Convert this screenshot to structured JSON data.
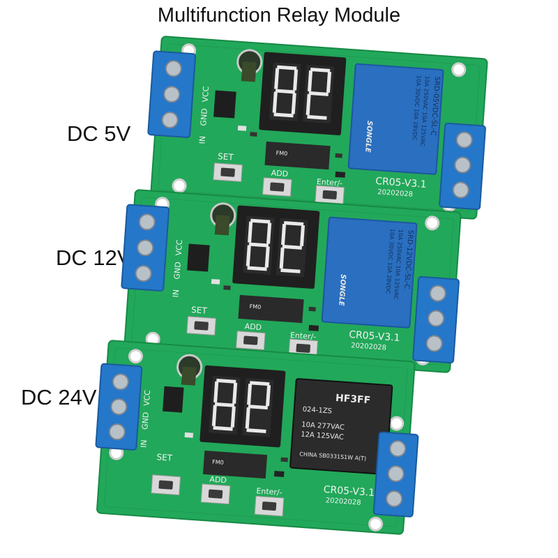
{
  "title": "Multifunction Relay Module",
  "colors": {
    "pcb": "#22a85a",
    "pcb_edge": "#178a45",
    "terminal": "#2577c9",
    "relay_blue": "#2a6fc0",
    "relay_black": "#2b2b2b",
    "display": "#1f1f1f"
  },
  "boards": [
    {
      "voltage": "DC 5V",
      "silk": {
        "in": "IN",
        "gnd": "GND",
        "vcc": "VCC",
        "set": "SET",
        "add": "ADD",
        "enter": "Enter/-",
        "model": "CR05-V3.1",
        "date": "20202028"
      },
      "ic_label": "FM0",
      "relay": {
        "type": "blue",
        "line1": "SRD-05VDC-SL-C",
        "line2": "10A 250VAC  10A 125VAC",
        "line3": "10A 30VDC  10A 28VDC",
        "brand": "SONGLE"
      }
    },
    {
      "voltage": "DC 12V",
      "silk": {
        "in": "IN",
        "gnd": "GND",
        "vcc": "VCC",
        "set": "SET",
        "add": "ADD",
        "enter": "Enter/-",
        "model": "CR05-V3.1",
        "date": "20202028"
      },
      "ic_label": "FM0",
      "relay": {
        "type": "blue",
        "line1": "SRD-12VDC-SL-C",
        "line2": "10A 250VAC  10A 125VAC",
        "line3": "10A 30VDC  10A 28VDC",
        "brand": "SONGLE"
      }
    },
    {
      "voltage": "DC 24V",
      "silk": {
        "in": "IN",
        "gnd": "GND",
        "vcc": "VCC",
        "set": "SET",
        "add": "ADD",
        "enter": "Enter/-",
        "model": "CR05-V3.1",
        "date": "20202028"
      },
      "ic_label": "FM0",
      "relay": {
        "type": "black",
        "brand": "HF3FF",
        "line1": "024-1ZS",
        "line2": "10A 277VAC",
        "line3": "12A 125VAC",
        "line4": "CHINA SB0331S1W A(T)"
      }
    }
  ]
}
